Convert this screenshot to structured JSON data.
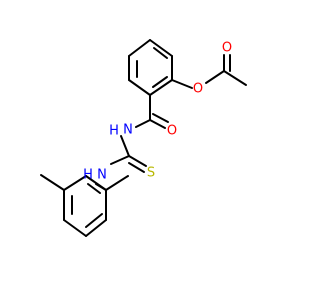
{
  "atoms": {
    "o_carbonyl_ester": {
      "text": "O",
      "color": "#ff0000"
    },
    "o_ester": {
      "text": "O",
      "color": "#ff0000"
    },
    "o_amide": {
      "text": "O",
      "color": "#ff0000"
    },
    "n_amide": {
      "text": "N",
      "color": "#0000ff"
    },
    "h_amide": {
      "text": "H",
      "color": "#0000ff"
    },
    "n_thio": {
      "text": "N",
      "color": "#0000ff"
    },
    "h_thio": {
      "text": "H",
      "color": "#0000ff"
    },
    "s_thione": {
      "text": "S",
      "color": "#b8b800"
    }
  }
}
